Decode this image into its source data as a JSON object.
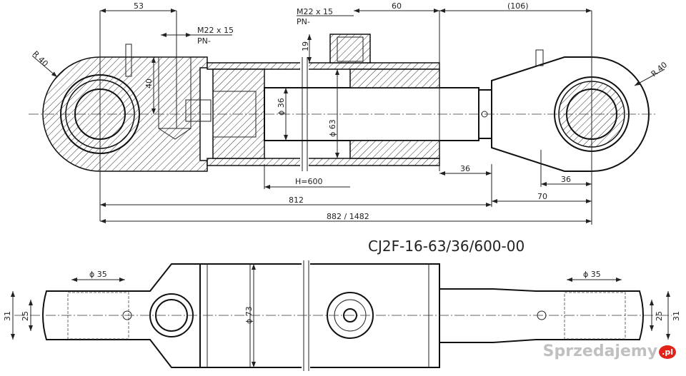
{
  "title": "CJ2F-16-63/36/600-00",
  "top_view": {
    "dims": {
      "d53": "53",
      "d60": "60",
      "d106": "(106)",
      "port_left": "M22 x 15",
      "port_left_pn": "PN-",
      "port_top": "M22 x 15",
      "port_top_pn": "PN-",
      "d19": "19",
      "d40": "40",
      "r40_left": "R 40",
      "r40_right": "R 40",
      "phi36": "ϕ 36",
      "phi63": "ϕ 63",
      "stroke": "H=600",
      "d36_rod": "36",
      "d36_eye": "36",
      "d70": "70",
      "d812": "812",
      "d882": "882  / 1482"
    }
  },
  "bottom_view": {
    "dims": {
      "phi35_left": "ϕ 35",
      "phi35_right": "ϕ 35",
      "phi73": "ϕ 73",
      "d31_left": "31",
      "d25_left": "25",
      "d31_right": "31",
      "d25_right": "25"
    }
  },
  "watermark": {
    "text": "Sprzedajemy",
    "badge": ".pl",
    "badge_color": "#e2231a"
  }
}
